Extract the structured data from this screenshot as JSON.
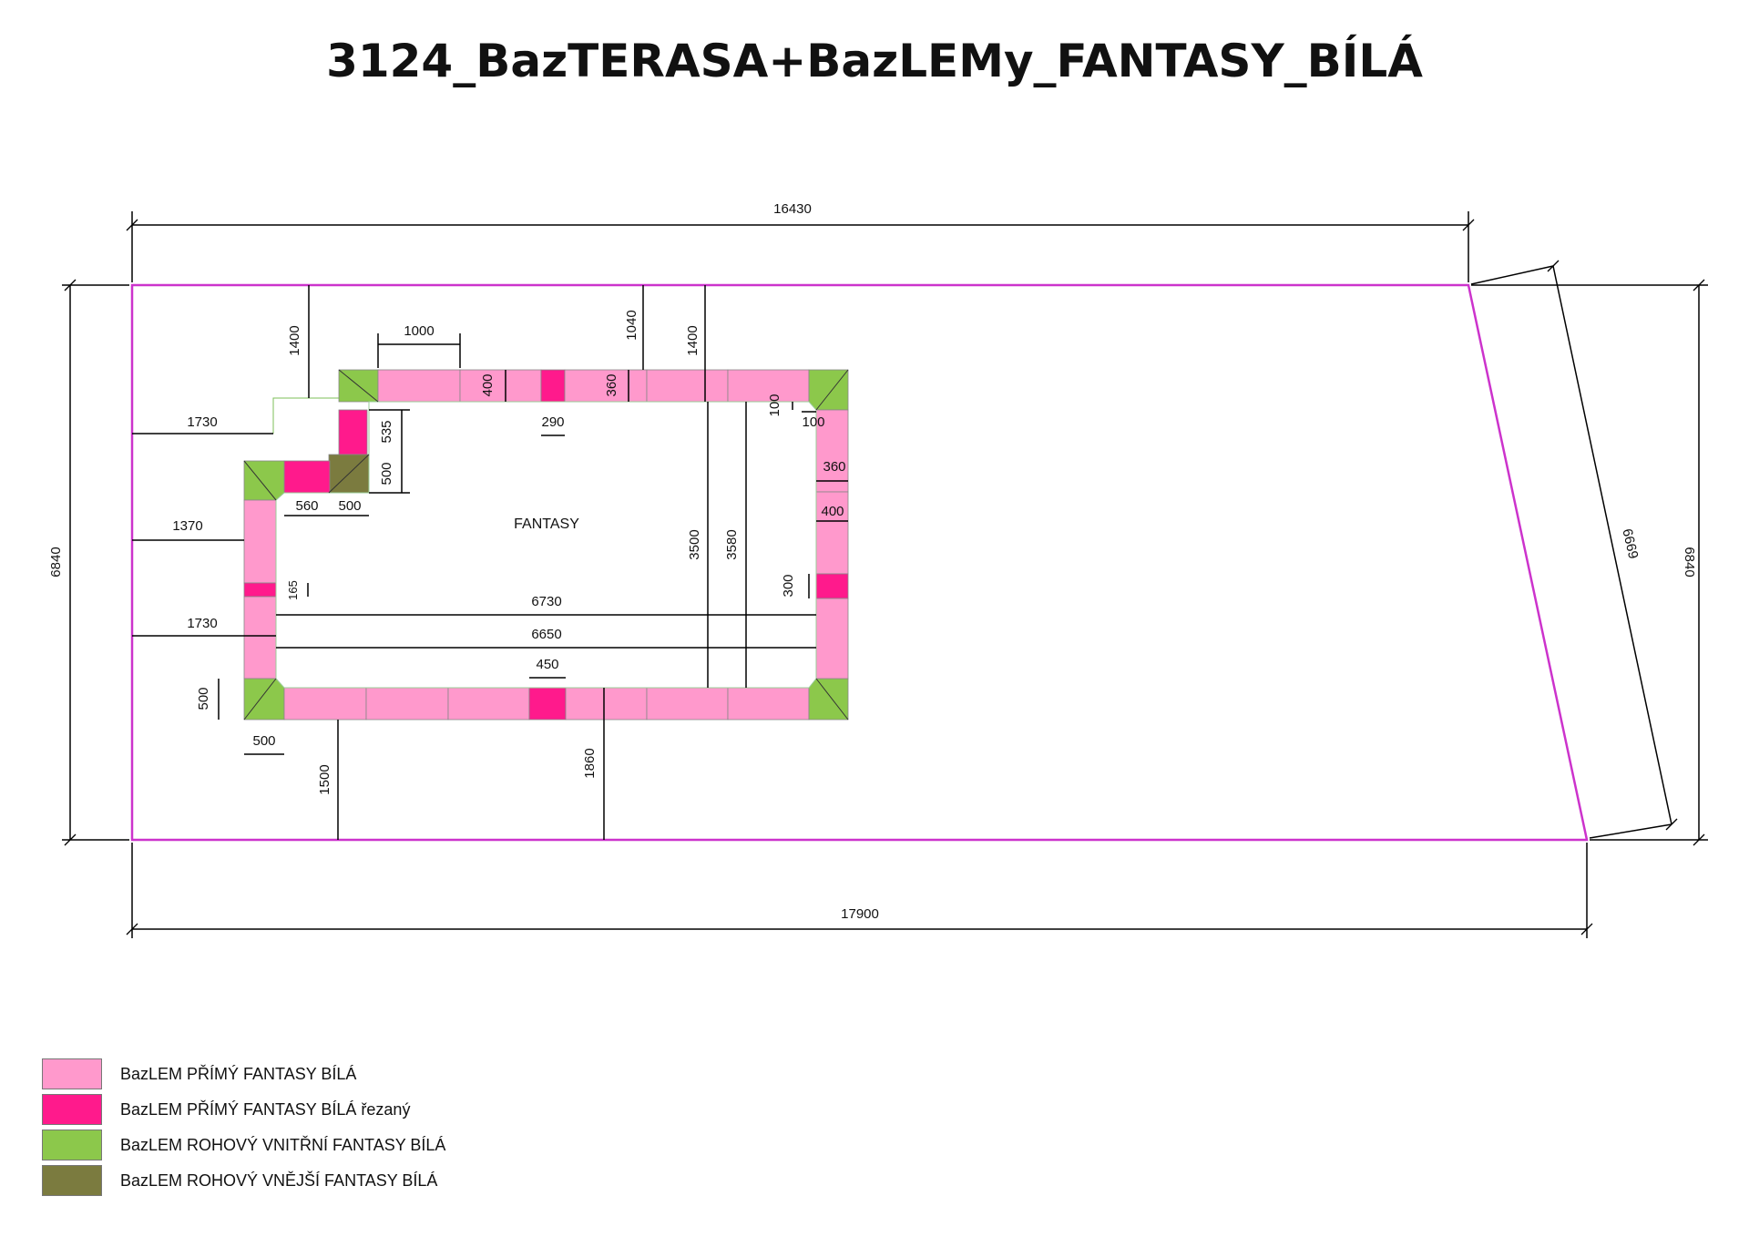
{
  "title": "3124_BazTERASA+BazLEMy_FANTASY_BÍLÁ",
  "pool_label": "FANTASY",
  "colors": {
    "terrace_outline": "#cc33cc",
    "primy": "#ff99cc",
    "primy_rezany": "#ff1a8c",
    "rohovy_vnitrni": "#8cc84b",
    "rohovy_vnejsi": "#7b7b3f",
    "dimension": "#000000"
  },
  "dimensions": {
    "top_width": "16430",
    "bottom_width": "17900",
    "left_height": "6840",
    "right_height": "6840",
    "diagonal": "6669",
    "offset_left_top": "1730",
    "offset_left_mid": "1370",
    "offset_left_bottom": "1730",
    "offset_top_notch": "1400",
    "offset_top_1040": "1040",
    "offset_top_1400": "1400",
    "tile_1000": "1000",
    "tile_400_top": "400",
    "tile_360_top": "360",
    "tile_290": "290",
    "tile_535": "535",
    "tile_500_notch": "500",
    "tile_560": "560",
    "tile_500_h": "500",
    "tile_100_a": "100",
    "tile_100_b": "100",
    "tile_360_right": "360",
    "tile_400_right": "400",
    "tile_300": "300",
    "tile_165": "165",
    "inner_6730": "6730",
    "inner_6650": "6650",
    "inner_3500": "3500",
    "inner_3580": "3580",
    "tile_450": "450",
    "corner_500_v": "500",
    "corner_500_h": "500",
    "offset_bottom_1500": "1500",
    "offset_bottom_1860": "1860"
  },
  "legend": [
    {
      "label": "BazLEM PŘÍMÝ FANTASY BÍLÁ",
      "color": "#ff99cc"
    },
    {
      "label": "BazLEM PŘÍMÝ FANTASY BÍLÁ řezaný",
      "color": "#ff1a8c"
    },
    {
      "label": "BazLEM ROHOVÝ VNITŘNÍ FANTASY BÍLÁ",
      "color": "#8cc84b"
    },
    {
      "label": "BazLEM ROHOVÝ VNĚJŠÍ FANTASY BÍLÁ",
      "color": "#7b7b3f"
    }
  ]
}
